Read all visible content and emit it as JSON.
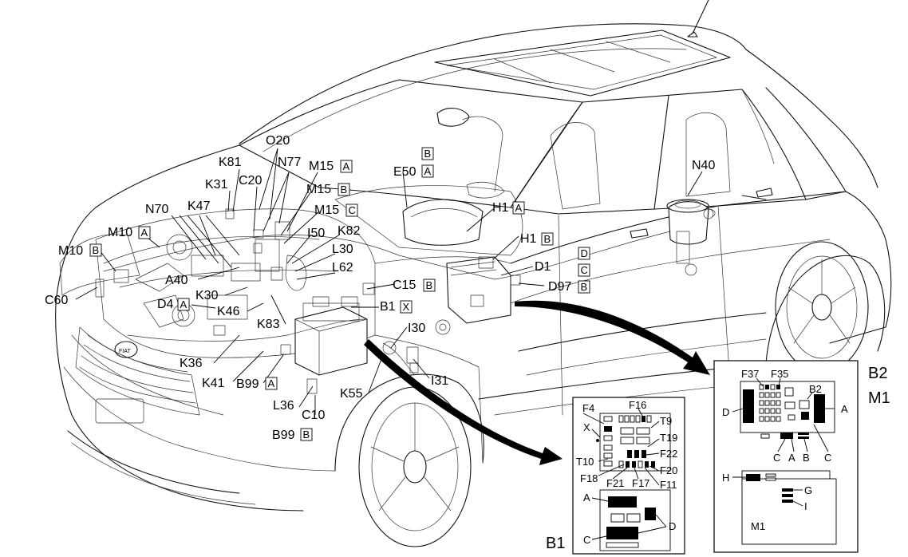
{
  "main_labels": {
    "O20": "O20",
    "K81": "K81",
    "N77": "N77",
    "M15A": "M15",
    "B_top": "B",
    "E50": "E50",
    "C20": "C20",
    "K31": "K31",
    "M15B": "M15",
    "M15C": "M15",
    "N70": "N70",
    "K47": "K47",
    "I50": "I50",
    "M10A": "M10",
    "M10B": "M10",
    "K82": "K82",
    "L30": "L30",
    "L62": "L62",
    "A40": "A40",
    "K30": "K30",
    "C60": "C60",
    "D4": "D4",
    "K46": "K46",
    "K83": "K83",
    "C15": "C15",
    "B1": "B1",
    "I30": "I30",
    "K36": "K36",
    "K41": "K41",
    "B99A": "B99",
    "I31": "I31",
    "K55": "K55",
    "L36": "L36",
    "C10": "C10",
    "B99B": "B99",
    "H1A": "H1",
    "H1B": "H1",
    "D_box": "D",
    "D1": "D1",
    "C_box": "C",
    "D97": "D97",
    "N40": "N40"
  },
  "boxed_letters": {
    "M15A": "A",
    "E50": "A",
    "M15B": "B",
    "M15C": "C",
    "M10A": "A",
    "M10B": "B",
    "D4": "A",
    "C15": "B",
    "B1": "X",
    "B99A": "A",
    "B99B": "B",
    "H1A": "A",
    "H1B": "B",
    "D97": "B"
  },
  "inset_b1": {
    "title": "B1",
    "labels": [
      "F4",
      "F16",
      "X",
      "T9",
      "T19",
      "T10",
      "F22",
      "F18",
      "F20",
      "F21",
      "F17",
      "F11",
      "A",
      "D",
      "C"
    ]
  },
  "inset_b2": {
    "title_b2": "B2",
    "title_m1": "M1",
    "labels": [
      "F37",
      "F35",
      "B2",
      "D",
      "A",
      "C",
      "A",
      "B",
      "C",
      "H",
      "G",
      "I",
      "M1"
    ]
  }
}
